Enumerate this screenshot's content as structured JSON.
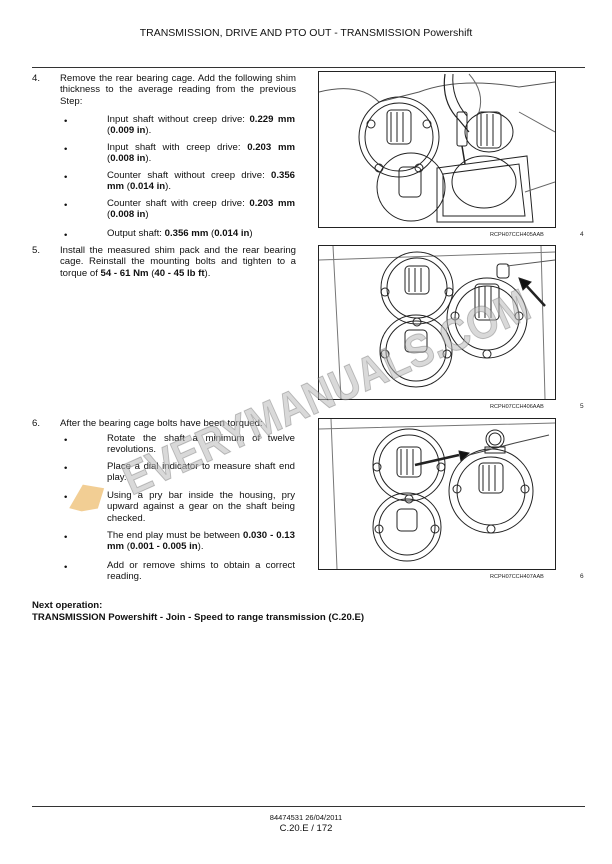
{
  "header": {
    "title": "TRANSMISSION, DRIVE AND PTO OUT - TRANSMISSION Powershift"
  },
  "steps": [
    {
      "number": "4.",
      "text": "Remove the rear bearing cage.  Add the following shim thickness to the average reading from the previous Step:",
      "bullets": [
        {
          "text": "Input shaft without creep drive: ",
          "bold": "0.229 mm",
          "open": " (",
          "bold2": "0.009 in",
          "close": ")."
        },
        {
          "text": "Input shaft with creep drive: ",
          "bold": "0.203 mm",
          "open": " (",
          "bold2": "0.008 in",
          "close": ")."
        },
        {
          "text": "Counter shaft without creep drive: ",
          "bold": "0.356 mm",
          "open": " (",
          "bold2": "0.014 in",
          "close": ")."
        },
        {
          "text": "Counter shaft with creep drive: ",
          "bold": "0.203 mm",
          "open": " (",
          "bold2": "0.008 in",
          "close": ")"
        },
        {
          "text": "Output shaft: ",
          "bold": "0.356 mm",
          "open": " (",
          "bold2": "0.014 in",
          "close": ")"
        }
      ]
    },
    {
      "number": "5.",
      "text_a": "Install the measured shim pack and the rear bearing cage.  Reinstall the mounting bolts and tighten to a torque of ",
      "bold_a": "54 - 61 Nm",
      "text_b": " (",
      "bold_b": "40 - 45 lb ft",
      "text_c": ")."
    },
    {
      "number": "6.",
      "text": "After the bearing cage bolts have been torqued:",
      "bullets": [
        {
          "text": "Rotate the shaft a minimum of twelve revolutions."
        },
        {
          "text": "Place a dial indicator to measure shaft end play."
        },
        {
          "text": "Using a pry bar inside the housing, pry upward against a gear on the shaft being checked."
        },
        {
          "text_a": "The end play must be between ",
          "bold_a": "0.030 - 0.13 mm",
          "text_b": " (",
          "bold_b": "0.001 - 0.005 in",
          "text_c": ")."
        },
        {
          "text": "Add or remove shims to obtain a correct reading."
        }
      ]
    }
  ],
  "figures": [
    {
      "caption": "RCPH07CCH405AAB",
      "number": "4"
    },
    {
      "caption": "RCPH07CCH406AAB",
      "number": "5"
    },
    {
      "caption": "RCPH07CCH407AAB",
      "number": "6"
    }
  ],
  "next_operation": {
    "label": "Next operation:",
    "text": "TRANSMISSION Powershift - Join - Speed to range transmission (C.20.E)"
  },
  "watermark": "EVERYMANUALS.COM",
  "footer": {
    "doc": "84474531 26/04/2011",
    "page": "C.20.E / 172"
  }
}
